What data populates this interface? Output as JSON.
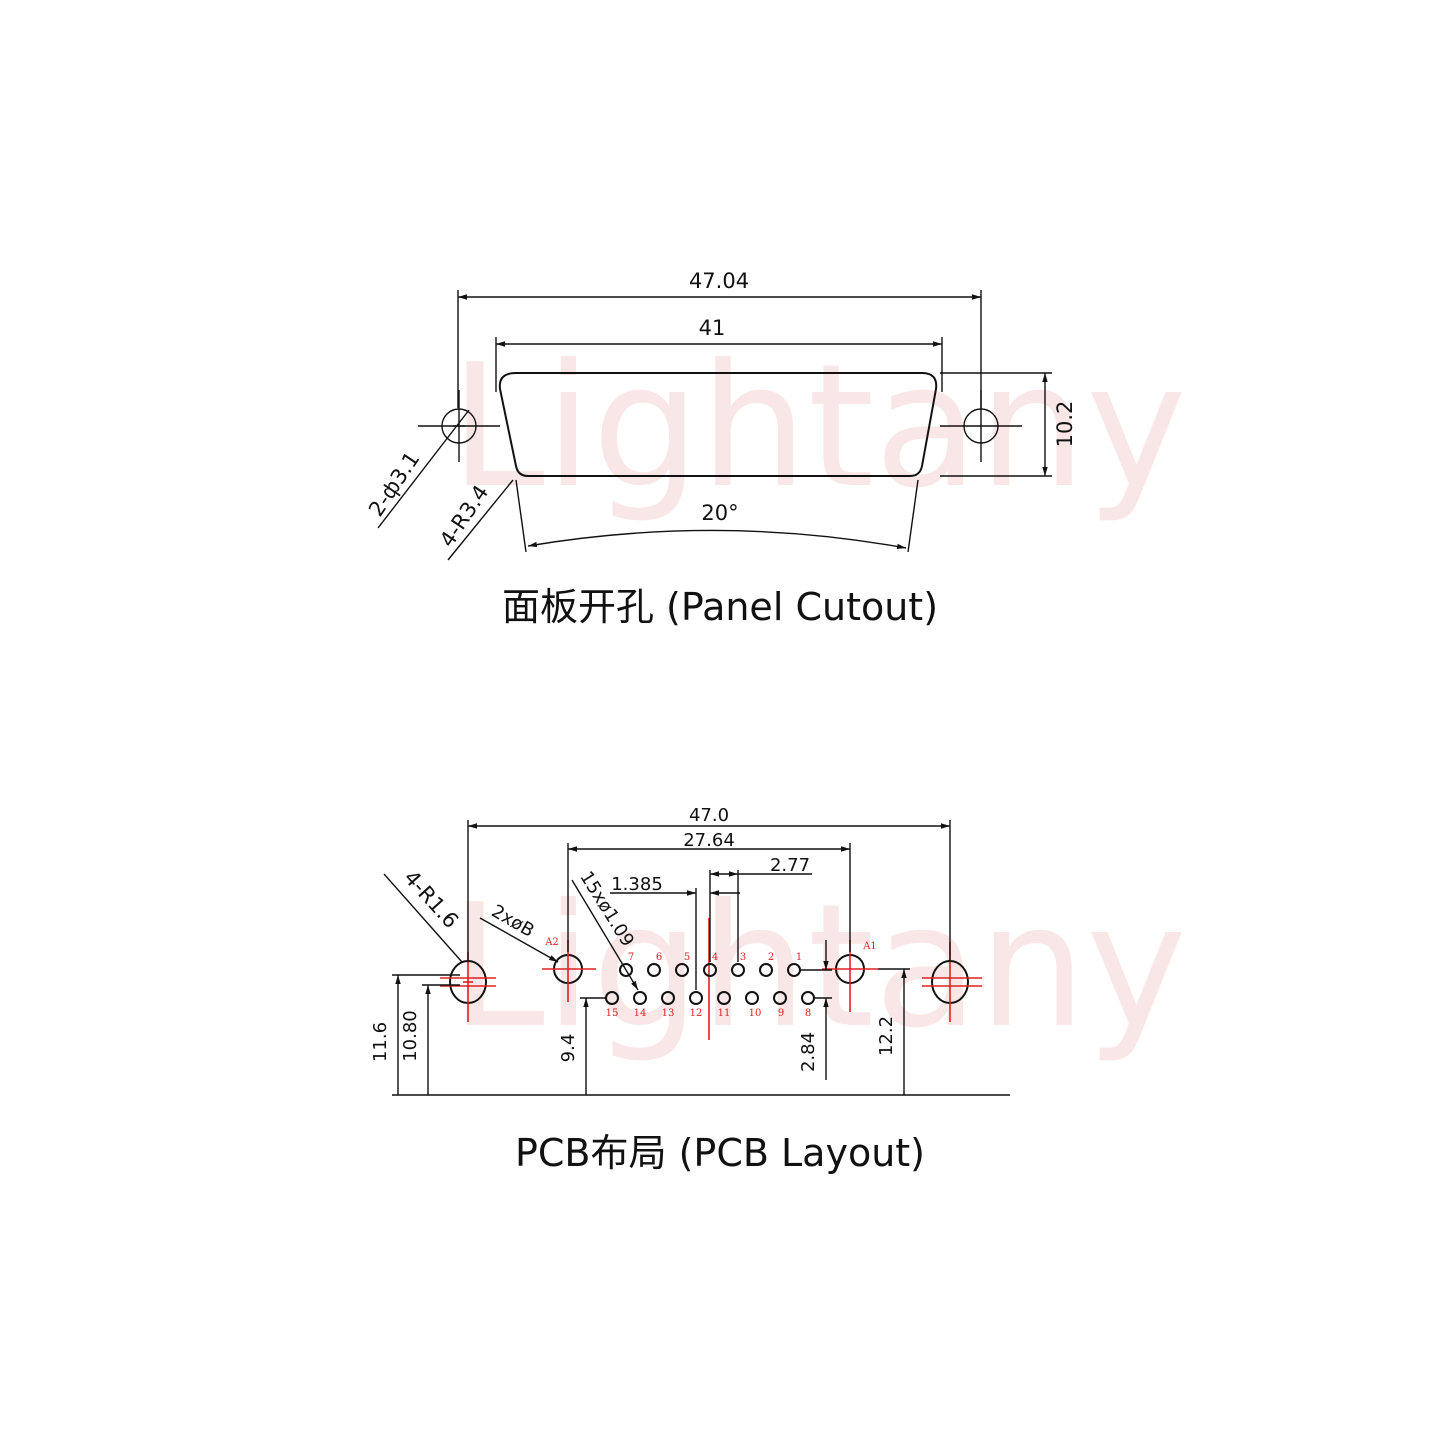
{
  "watermark": "Lightany",
  "panel": {
    "caption": "面板开孔 (Panel Cutout)",
    "dim_overall_width": "47.04",
    "dim_cutout_width": "41",
    "dim_height": "10.2",
    "dim_holes": "2-ф3.1",
    "dim_radius": "4-R3.4",
    "dim_angle": "20°"
  },
  "pcb": {
    "caption": "PCB布局 (PCB Layout)",
    "dim_overall_width": "47.0",
    "dim_mount_spacing": "27.64",
    "dim_pitch_x": "2.77",
    "dim_offset": "1.385",
    "dim_pins": "15xø1.09",
    "dim_holes_b": "2xøB",
    "dim_radius": "4-R1.6",
    "dim_left_outer_h": "11.6",
    "dim_left_inner_h": "10.80",
    "dim_row_h": "9.4",
    "dim_row_pitch": "2.84",
    "dim_right_h": "12.2",
    "label_a1": "A1",
    "label_a2": "A2",
    "pins_top": [
      "7",
      "6",
      "5",
      "4",
      "3",
      "2",
      "1"
    ],
    "pins_bottom": [
      "15",
      "14",
      "13",
      "12",
      "11",
      "10",
      "9",
      "8"
    ]
  }
}
